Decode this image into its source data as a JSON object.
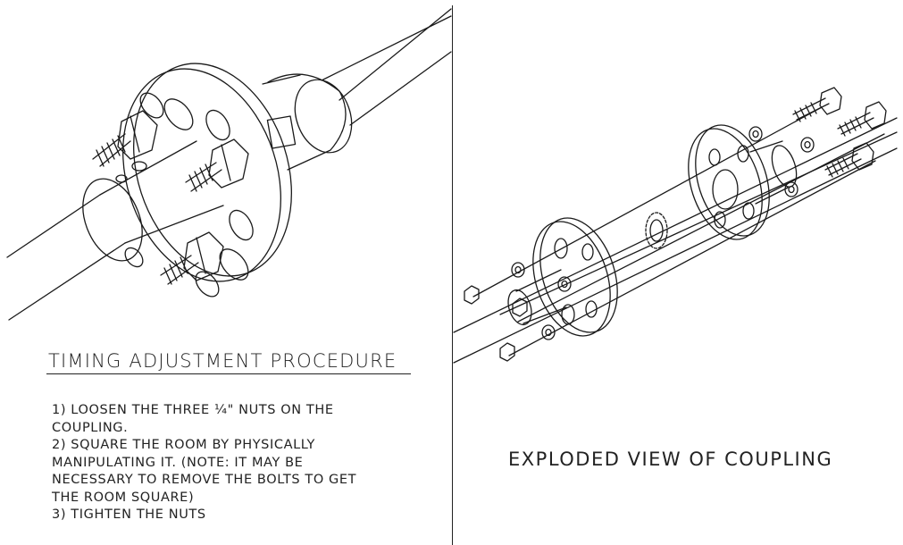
{
  "left_panel": {
    "title": "TIMING ADJUSTMENT PROCEDURE",
    "steps": [
      "1) LOOSEN THE THREE ¼\" NUTS ON THE",
      "COUPLING.",
      "2) SQUARE THE ROOM BY PHYSICALLY",
      "MANIPULATING IT. (NOTE: IT MAY BE",
      "NECESSARY TO REMOVE THE BOLTS TO GET",
      "THE ROOM SQUARE)",
      "3) TIGHTEN THE NUTS"
    ]
  },
  "right_panel": {
    "title": "EXPLODED VIEW OF COUPLING"
  }
}
